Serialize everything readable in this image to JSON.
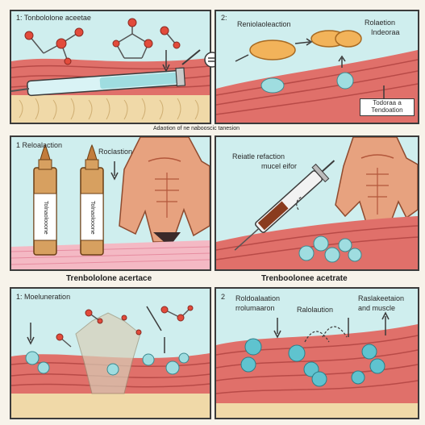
{
  "caption_top": "Adaotion of ne nabooscic tanesion",
  "caption_left": "Trenbololone acertace",
  "caption_right": "Trenboolonee acetrate",
  "panels": {
    "p1": {
      "step": "1:",
      "title": "Tonbololone aceetae"
    },
    "p2": {
      "step": "2:",
      "title": "Reniolaoleaction",
      "label_a": "Rolaetion",
      "label_b": "Indeoraa",
      "label_c": "Todoraa a Tendoation"
    },
    "p3": {
      "step": "1",
      "title": "Reloalaction",
      "label_a": "Roclastion",
      "vial_text": "Tolnaolooone"
    },
    "p4": {
      "label_a": "Reiatle refaction",
      "label_b": "mucel eifor"
    },
    "p5": {
      "step": "1:",
      "title": "Moeluneration"
    },
    "p6": {
      "step": "2",
      "label_a": "Roldoalaation",
      "label_b": "rrolumaaron",
      "label_c": "Ralolaution",
      "label_d": "Raslakeetaion",
      "label_e": "and muscle"
    }
  },
  "colors": {
    "panel_bg": "#cfeeee",
    "muscle": "#e0706a",
    "muscle_dark": "#b84a47",
    "fat": "#f0d9a8",
    "fluid": "#9fdde0",
    "molecule_red": "#e24b3b",
    "skin": "#e7a27f",
    "outline": "#3b3b3b"
  }
}
